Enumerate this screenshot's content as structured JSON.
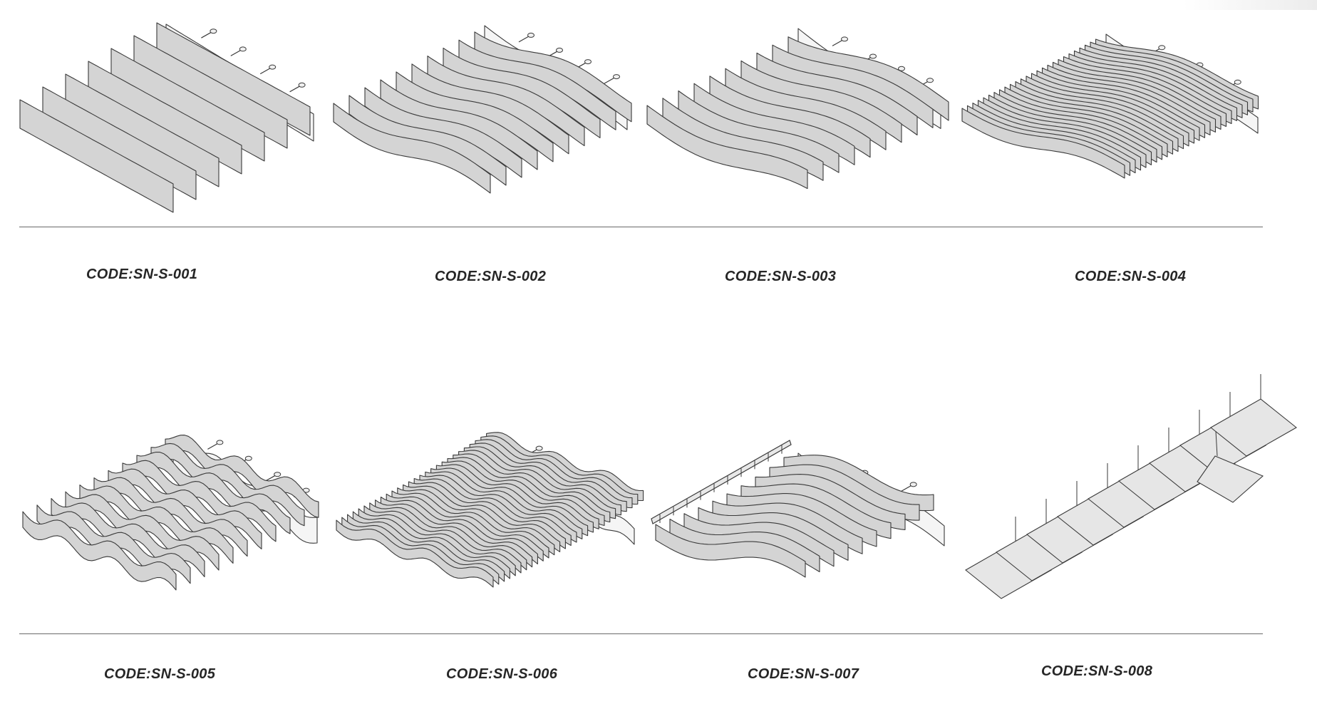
{
  "background": "#ffffff",
  "fin_fill": "#d4d4d4",
  "fin_stroke": "#3a3a3a",
  "panel_fill": "#f5f5f5",
  "label_color": "#262626",
  "products": [
    {
      "code": "CODE:SN-S-001",
      "style": "straight-blades"
    },
    {
      "code": "CODE:SN-S-002",
      "style": "gentle-wave-blades"
    },
    {
      "code": "CODE:SN-S-003",
      "style": "single-wave-blades"
    },
    {
      "code": "CODE:SN-S-004",
      "style": "dense-wave-blades"
    },
    {
      "code": "CODE:SN-S-005",
      "style": "ripple-blades"
    },
    {
      "code": "CODE:SN-S-006",
      "style": "dense-ripple-blades"
    },
    {
      "code": "CODE:SN-S-007",
      "style": "twisted-blades-on-rail"
    },
    {
      "code": "CODE:SN-S-008",
      "style": "suspended-tilted-panels"
    }
  ]
}
